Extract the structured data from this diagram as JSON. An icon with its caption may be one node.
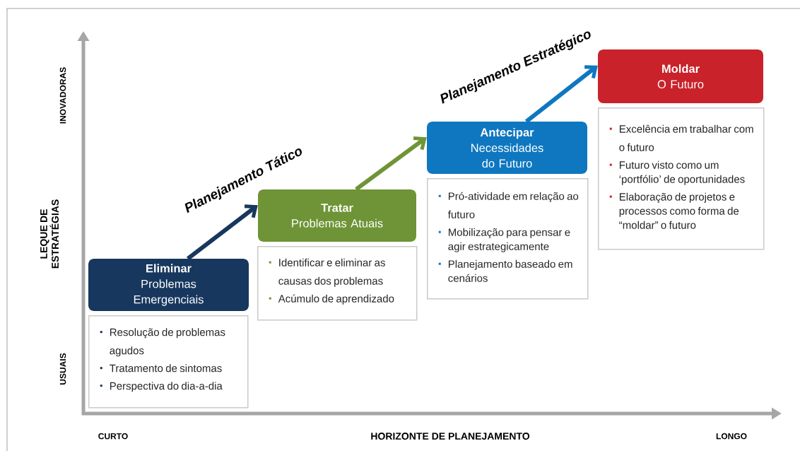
{
  "diagram": {
    "nodes": [
      {
        "text": [
          "Eliminar",
          "Problemas Emergenciais"
        ]
      },
      {
        "text": [
          "Tratar",
          "Problemas Atuais"
        ]
      },
      {
        "text": [
          "Antecipar",
          "Necessidades do Futuro"
        ]
      },
      {
        "text": [
          "Moldar",
          "O Futuro"
        ]
      },
      {
        "text": [
          "Resolução de problemas agudos",
          "Tratamento de sintomas",
          "Perspectiva do dia-a-dia"
        ]
      },
      {
        "text": [
          "Identificar e eliminar as causas dos problemas",
          "Acúmulo de aprendizado"
        ]
      },
      {
        "text": [
          "Pró-atividade em relação ao futuro",
          "Mobilização para pensar e agir estrategicamente",
          "Planejamento baseado em cenários"
        ]
      },
      {
        "text": [
          "Excelência em  trabalhar com o futuro",
          "Futuro visto como um ‘portfólio’ de oportunidades",
          "Elaboração de projetos e processos como forma de “moldar” o futuro"
        ]
      }
    ],
    "edges": [
      {
        "from": 0,
        "to": 1,
        "arrow": "to",
        "color": "#17375e"
      },
      {
        "from": 1,
        "to": 2,
        "arrow": "to",
        "color": "#6f9437"
      },
      {
        "from": 2,
        "to": 3,
        "arrow": "to",
        "color": "#0f77c0"
      }
    ],
    "labels": [
      "INOVADORAS",
      "LEQUE DE ESTRATÉGIAS",
      "USUAIS",
      "Planejamento Tático",
      "Planejamento Estratégico",
      "CURTO",
      "HORIZONTE DE PLANEJAMENTO",
      "LONGO"
    ]
  }
}
